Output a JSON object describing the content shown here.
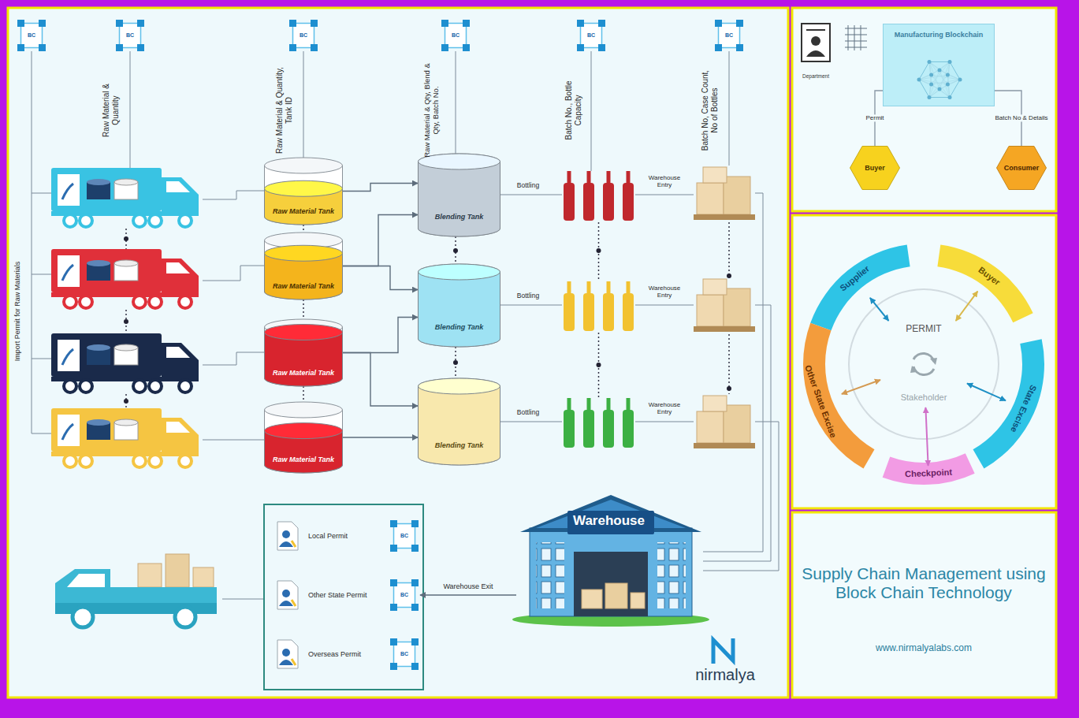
{
  "diagram": {
    "title": "Supply Chain Management using Block Chain Technology",
    "nodes": [
      {
        "text": [
          "Raw Material Tank"
        ]
      },
      {
        "text": [
          "Raw Material Tank"
        ]
      },
      {
        "text": [
          "Raw Material Tank"
        ]
      },
      {
        "text": [
          "Raw Material Tank"
        ]
      },
      {
        "text": [
          "Blending Tank"
        ]
      },
      {
        "text": [
          "Blending Tank"
        ]
      },
      {
        "text": [
          "Blending Tank"
        ]
      },
      {
        "text": [
          "Warehouse"
        ]
      },
      {
        "text": [
          "Local Permit"
        ]
      },
      {
        "text": [
          "Other State Permit"
        ]
      },
      {
        "text": [
          "Overseas Permit"
        ]
      },
      {
        "text": [
          "Manufacturing Blockchain"
        ]
      },
      {
        "text": [
          "Buyer"
        ]
      },
      {
        "text": [
          "Consumer"
        ]
      },
      {
        "text": [
          "PERMIT",
          "Stakeholder"
        ]
      },
      {
        "text": [
          "Supplier"
        ]
      },
      {
        "text": [
          "Buyer"
        ]
      },
      {
        "text": [
          "State Excise"
        ]
      },
      {
        "text": [
          "Checkpoint"
        ]
      },
      {
        "text": [
          "Other State Excise"
        ]
      }
    ],
    "edges": [
      {
        "from": 0,
        "to": 4,
        "arrow": "to"
      },
      {
        "from": 1,
        "to": 4,
        "arrow": "to"
      },
      {
        "from": 1,
        "to": 5,
        "arrow": "to"
      },
      {
        "from": 2,
        "to": 5,
        "arrow": "to"
      },
      {
        "from": 2,
        "to": 6,
        "arrow": "to"
      },
      {
        "from": 3,
        "to": 6,
        "arrow": "to"
      },
      {
        "from": 7,
        "to": 9,
        "label": "Warehouse Exit",
        "arrow": "to"
      },
      {
        "from": 11,
        "to": 12,
        "label": "Permit",
        "arrow": "none"
      },
      {
        "from": 11,
        "to": 13,
        "label": "Batch No & Details",
        "arrow": "none"
      },
      {
        "from": 15,
        "to": 14,
        "arrow": "both"
      },
      {
        "from": 16,
        "to": 14,
        "arrow": "both"
      },
      {
        "from": 17,
        "to": 14,
        "arrow": "both"
      },
      {
        "from": 18,
        "to": 14,
        "arrow": "both"
      },
      {
        "from": 19,
        "to": 14,
        "arrow": "both"
      }
    ],
    "labels": [
      "BC",
      "BC",
      "BC",
      "BC",
      "BC",
      "BC",
      "Raw Material & Quantity",
      "Raw Material & Quantity, Tank ID",
      "Raw Material & Qty, Blend & Qty, Batch No.",
      "Batch No., Bottle Capacity",
      "Batch No, Case Count, No of Bottles",
      "Import Permit for Raw Materials",
      "Bottling",
      "Warehouse Entry",
      "Bottling",
      "Warehouse Entry",
      "Bottling",
      "Warehouse Entry",
      "BC",
      "BC",
      "BC",
      "nirmalya",
      "Department",
      "www.nirmalyalabs.com"
    ]
  }
}
